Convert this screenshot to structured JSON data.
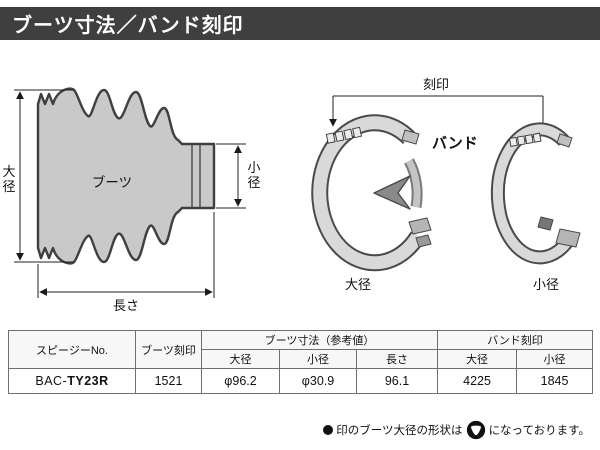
{
  "header": {
    "title": "ブーツ寸法／バンド刻印"
  },
  "colors": {
    "header_bg": "#3f3f3f",
    "boot_fill": "#c9c9c9",
    "band_fill": "#d9d9d9"
  },
  "diagram": {
    "boot": {
      "large_diameter_label": "大径",
      "small_diameter_label": "小径",
      "boot_label": "ブーツ",
      "length_label": "長さ"
    },
    "band": {
      "stamp_label": "刻印",
      "band_label": "バンド",
      "large_diameter_label": "大径",
      "small_diameter_label": "小径"
    }
  },
  "table": {
    "col_speasy_no": "スピージーNo.",
    "col_boot_stamp": "ブーツ刻印",
    "col_boot_dims": "ブーツ寸法（参考値）",
    "col_band_stamp": "バンド刻印",
    "sub_large": "大径",
    "sub_small": "小径",
    "sub_length": "長さ",
    "row": {
      "part_no_prefix": "BAC-",
      "part_no_main": "TY23R",
      "boot_stamp": "1521",
      "boot_large": "φ96.2",
      "boot_small": "φ30.9",
      "boot_length": "96.1",
      "band_large": "4225",
      "band_small": "1845"
    }
  },
  "note": {
    "text_before": "印のブーツ大径の形状は",
    "text_after": "になっております。"
  }
}
